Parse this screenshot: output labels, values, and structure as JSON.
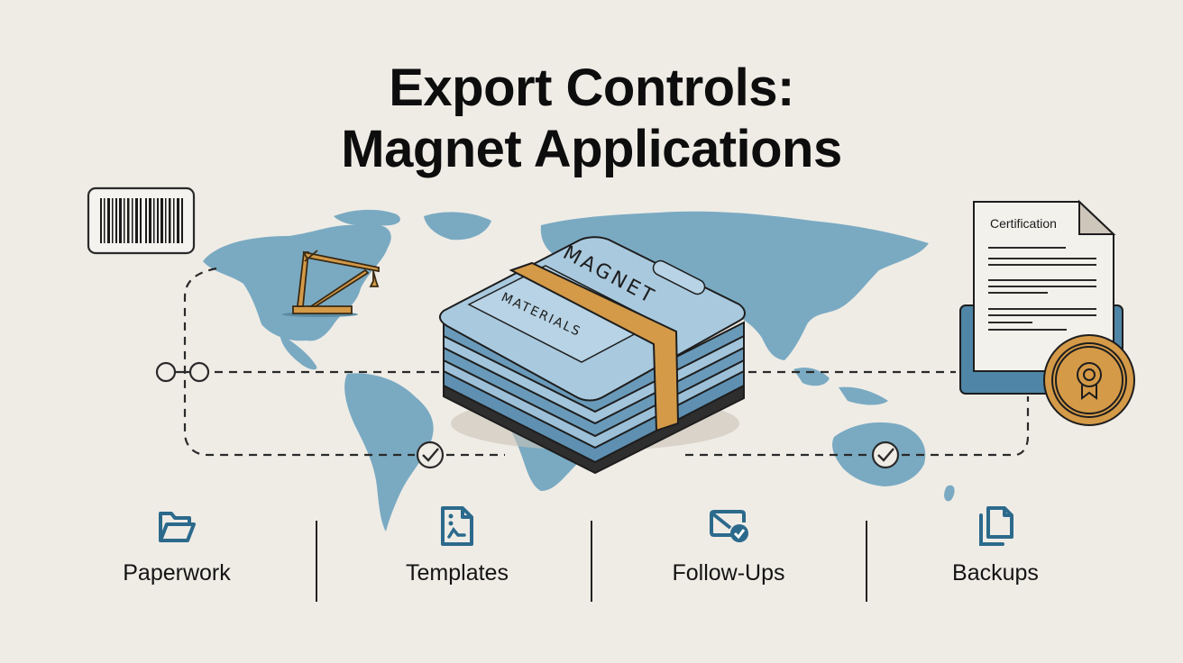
{
  "title": {
    "line1": "Export Controls:",
    "line2": "Magnet Applications"
  },
  "illustration": {
    "barcode_label": "barcode-icon",
    "crane_label": "crane-icon",
    "stack_text_top": "MAGNET",
    "stack_text_side": "MATERIALS",
    "certificate": {
      "heading": "Certification",
      "seal_icon": "award-ribbon-icon"
    },
    "checkpoints": [
      "check-circle-icon",
      "check-circle-icon"
    ],
    "connector_icon": "link-circles-icon"
  },
  "footer": {
    "items": [
      {
        "label": "Paperwork",
        "icon": "folder-open-icon"
      },
      {
        "label": "Templates",
        "icon": "document-chart-icon"
      },
      {
        "label": "Follow-Ups",
        "icon": "mail-check-icon"
      },
      {
        "label": "Backups",
        "icon": "copy-files-icon"
      }
    ]
  },
  "colors": {
    "background": "#efece6",
    "map": "#7aaac2",
    "accent_blue": "#2c6a8c",
    "accent_gold": "#d49a48",
    "text": "#0d0d0d"
  }
}
